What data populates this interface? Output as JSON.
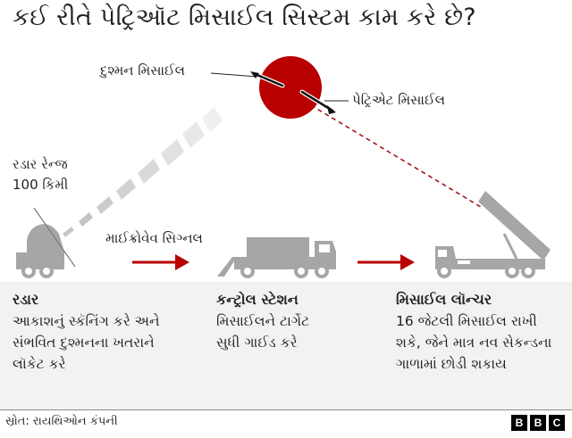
{
  "title": "કઈ રીતે પેટ્રિઑટ મિસાઈલ સિસ્ટમ કામ કરે છે?",
  "diagram": {
    "enemy_missile_label": "દુશ્મન મિસાઈલ",
    "patriot_missile_label": "પેટ્રિએટ મિસાઈલ",
    "radar_range_label_line1": "રડાર રેન્જ",
    "radar_range_label_line2": "100 કિમી",
    "microwave_signal_label": "માઈક્રોવેવ સિગ્નલ",
    "colors": {
      "target_red": "#b80000",
      "arrow_red": "#b80000",
      "dashed_trail": "#a3161b",
      "vehicle_gray": "#a6a6a6",
      "panel_bg": "#f2f2f2"
    }
  },
  "columns": [
    {
      "heading": "રડાર",
      "lines": [
        "આકાશનું સ્કૅનિંગ કરે અને",
        "સંભવિત દુશ્મનના ખતરાને",
        "લૉકેટ કરે"
      ]
    },
    {
      "heading": "કન્ટ્રોલ સ્ટેશન",
      "lines": [
        "મિસાઈલને ટાર્ગેટ",
        "સુધી ગાઈડ કરે"
      ]
    },
    {
      "heading": "મિસાઈલ લૉન્ચર",
      "lines": [
        "16 જેટલી મિસાઈલ રાખી",
        "શકે, જેને માત્ર નવ સેકન્ડના",
        "ગાળામાં છોડી શકાય"
      ]
    }
  ],
  "footer": {
    "source": "સ્રોત: રાયથિઓન કંપની",
    "logo_letters": [
      "B",
      "B",
      "C"
    ]
  }
}
